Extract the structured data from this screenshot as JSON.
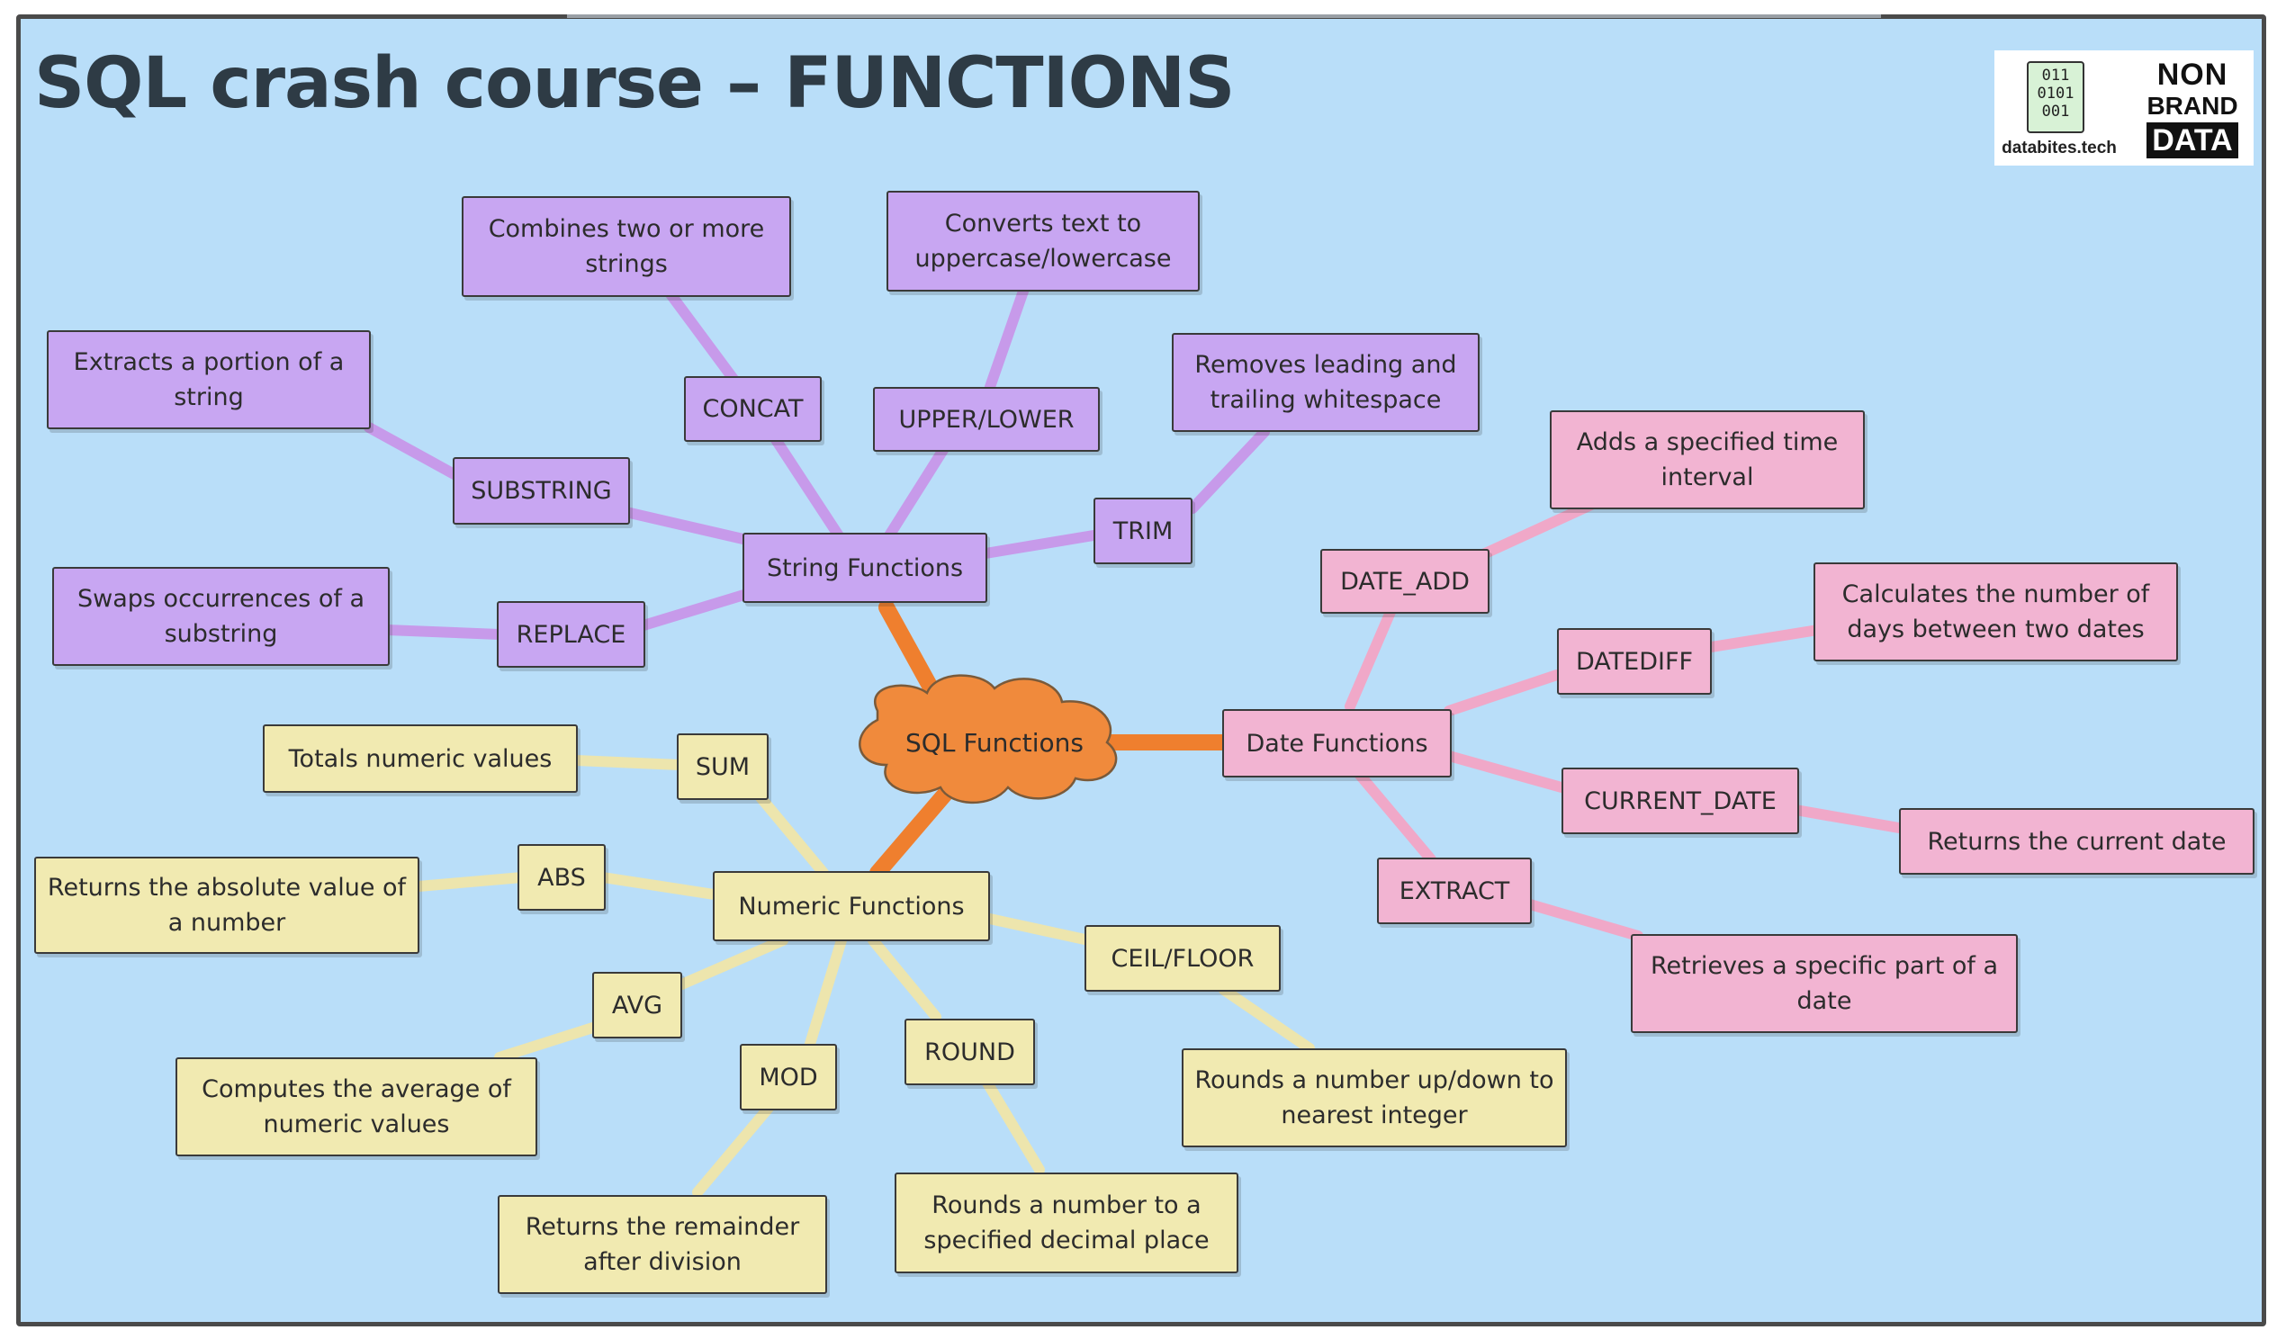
{
  "title": "SQL crash course – FUNCTIONS",
  "logo": {
    "bits": "011\n0101\n001",
    "site": "databites.tech",
    "brand_line1": "NON",
    "brand_line2": "BRAND",
    "brand_line3": "DATA"
  },
  "colors": {
    "background": "#b9def9",
    "string_fill": "#c8a6f2",
    "string_link": "#c79aea",
    "date_fill": "#f2b4d2",
    "date_link": "#f0a8c8",
    "numeric_fill": "#f1eab1",
    "numeric_link": "#ede5ad",
    "center_fill": "#f08a3c",
    "center_link": "#ef7f2e"
  },
  "center": {
    "label": "SQL Functions",
    "icon": "cloud-shape"
  },
  "branches": {
    "string": {
      "label": "String Functions",
      "items": [
        {
          "name": "CONCAT",
          "desc": "Combines two or more strings"
        },
        {
          "name": "UPPER/LOWER",
          "desc": "Converts text to uppercase/lowercase"
        },
        {
          "name": "SUBSTRING",
          "desc": "Extracts a portion of a string"
        },
        {
          "name": "TRIM",
          "desc": "Removes leading and trailing whitespace"
        },
        {
          "name": "REPLACE",
          "desc": "Swaps occurrences of a substring"
        }
      ]
    },
    "date": {
      "label": "Date Functions",
      "items": [
        {
          "name": "DATE_ADD",
          "desc": "Adds a specified time interval"
        },
        {
          "name": "DATEDIFF",
          "desc": "Calculates the number of days between two dates"
        },
        {
          "name": "CURRENT_DATE",
          "desc": "Returns the current date"
        },
        {
          "name": "EXTRACT",
          "desc": "Retrieves a specific part of a date"
        }
      ]
    },
    "numeric": {
      "label": "Numeric Functions",
      "items": [
        {
          "name": "SUM",
          "desc": "Totals numeric values"
        },
        {
          "name": "ABS",
          "desc": "Returns the absolute value of a number"
        },
        {
          "name": "AVG",
          "desc": "Computes the average of numeric values"
        },
        {
          "name": "MOD",
          "desc": "Returns the remainder after division"
        },
        {
          "name": "ROUND",
          "desc": "Rounds a number to a specified decimal place"
        },
        {
          "name": "CEIL/FLOOR",
          "desc": "Rounds a number up/down to nearest integer"
        }
      ]
    }
  }
}
